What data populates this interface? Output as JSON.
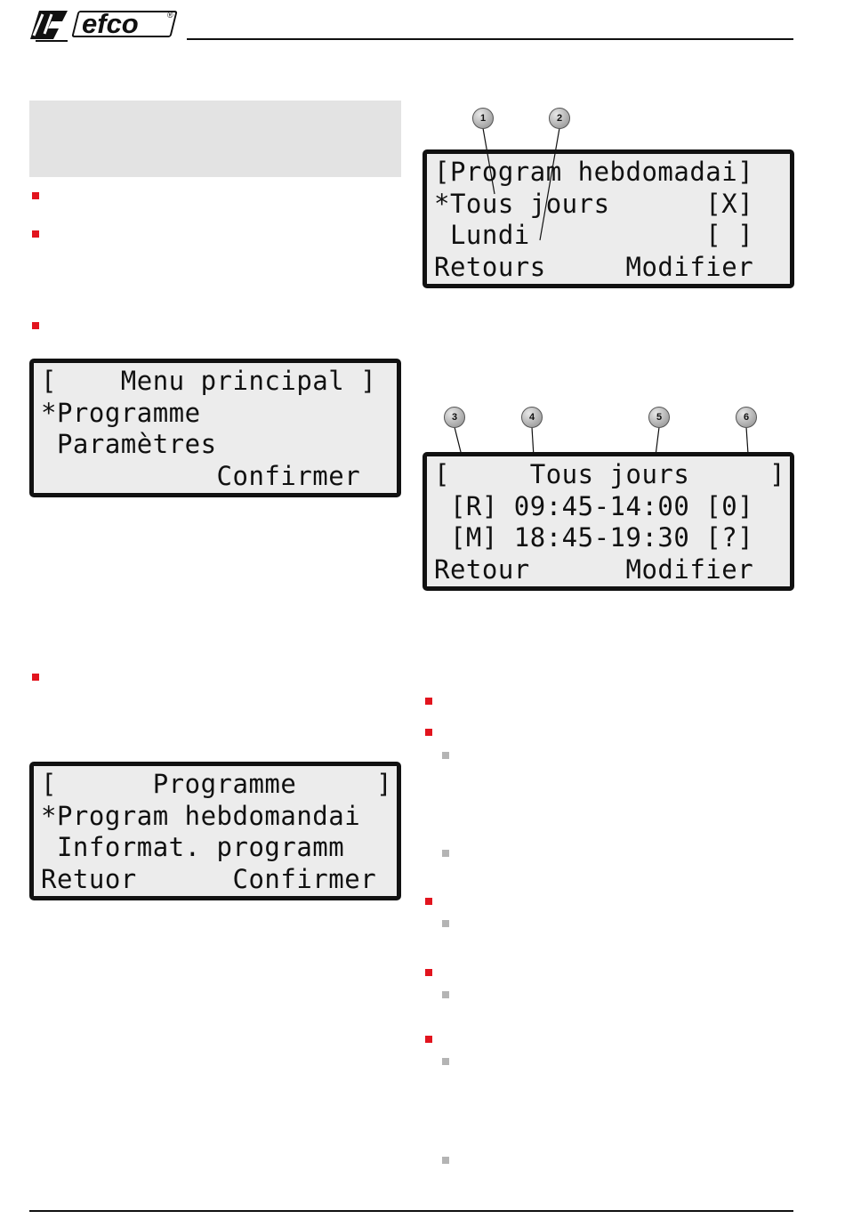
{
  "header": {
    "brand": "efco",
    "registered": "®"
  },
  "screens": {
    "main_menu": {
      "lines": [
        "[    Menu principal ]",
        "*Programme",
        " Paramètres",
        "           Confirmer"
      ]
    },
    "programme": {
      "lines": [
        "[      Programme     ]",
        "*Program hebdomandai",
        " Informat. programm",
        "Retuor      Confirmer"
      ]
    },
    "weekly": {
      "lines": [
        "[Program hebdomadai]",
        "*Tous jours      [X]",
        " Lundi           [ ]",
        "Retours     Modifier"
      ]
    },
    "all_days": {
      "lines": [
        "[     Tous jours     ]",
        " [R] 09:45-14:00 [0]",
        " [M] 18:45-19:30 [?]",
        "Retour      Modifier"
      ]
    }
  },
  "callouts": [
    "1",
    "2",
    "3",
    "4",
    "5",
    "6"
  ],
  "colors": {
    "bullet_red": "#e2141e",
    "bullet_grey": "#b4b4b4",
    "banner": "#e3e3e3",
    "lcd_bg": "#ececec"
  }
}
